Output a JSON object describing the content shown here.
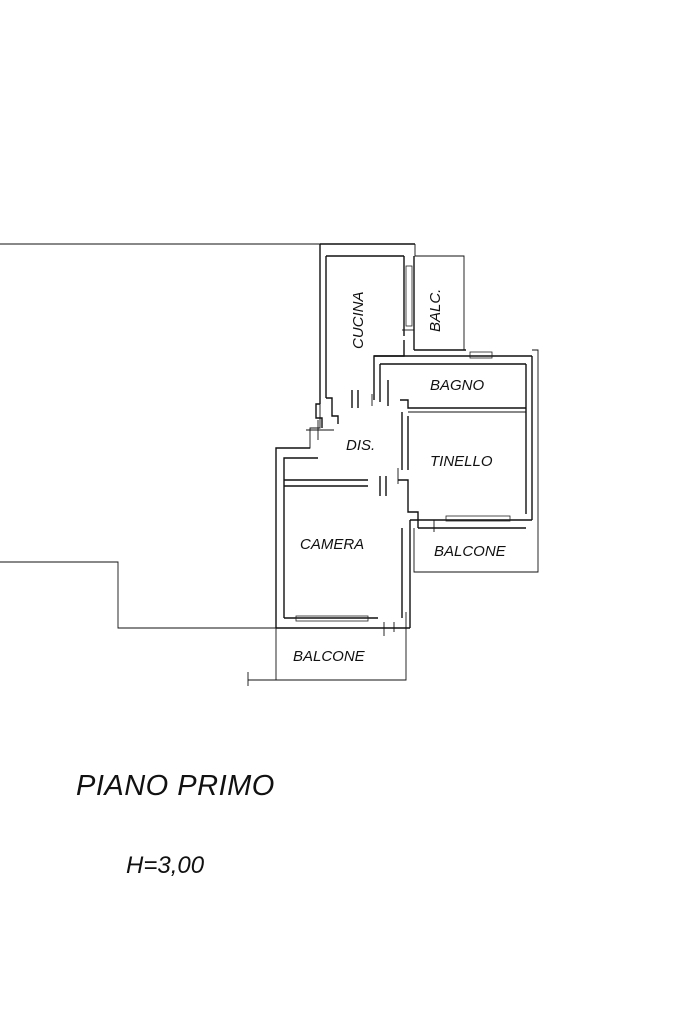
{
  "plan": {
    "rooms": {
      "cucina": "CUCINA",
      "balc": "BALC.",
      "bagno": "BAGNO",
      "dis": "DIS.",
      "tinello": "TINELLO",
      "camera": "CAMERA",
      "balcone_right": "BALCONE",
      "balcone_bottom": "BALCONE"
    },
    "floor_title": "PIANO PRIMO",
    "height_label": "H=3,00"
  }
}
